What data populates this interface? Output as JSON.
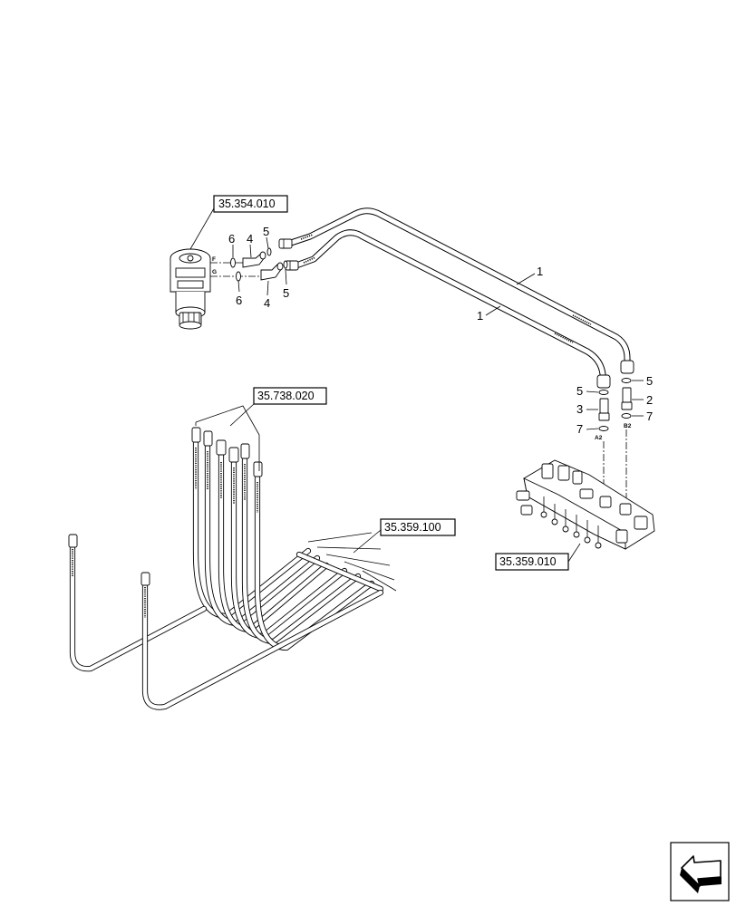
{
  "references": [
    {
      "id": "ref-valve",
      "label": "35.354.010"
    },
    {
      "id": "ref-hoses-group",
      "label": "35.738.020"
    },
    {
      "id": "ref-hoses-lower",
      "label": "35.359.100"
    },
    {
      "id": "ref-control-valve",
      "label": "35.359.010"
    }
  ],
  "callouts": {
    "hose_upper": "1",
    "hose_lower": "1",
    "c6_top": "6",
    "c4_top": "4",
    "c5_top": "5",
    "c6_bottom": "6",
    "c4_bottom": "4",
    "c5_bottom": "5",
    "c5_right_upper": "5",
    "c2_right": "2",
    "c7_right": "7",
    "c5_left": "5",
    "c3_left": "3",
    "c7_left": "7"
  },
  "ports": {
    "F": "F",
    "G": "G",
    "A2": "A2",
    "B2": "B2"
  },
  "nav_icon": "arrow-nav-icon"
}
